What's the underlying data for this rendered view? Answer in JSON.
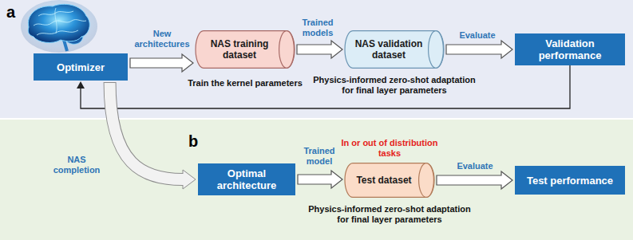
{
  "diagram": {
    "nodes": [
      {
        "text": [
          "a"
        ]
      },
      {
        "text": [
          "Optimizer"
        ],
        "in": 0
      },
      {
        "text": [
          "NAS training dataset",
          "Train the kernel parameters"
        ],
        "in": 0
      },
      {
        "text": [
          "NAS validation dataset",
          "Physics-informed zero-shot adaptation for final layer parameters"
        ],
        "in": 0
      },
      {
        "text": [
          "Validation performance"
        ],
        "in": 0
      },
      {
        "text": [
          "b"
        ]
      },
      {
        "text": [
          "Optimal architecture"
        ],
        "in": 5
      },
      {
        "text": [
          "In or out of distribution tasks",
          "Test dataset",
          "Physics-informed zero-shot adaptation for final layer parameters"
        ],
        "in": 5
      },
      {
        "text": [
          "Test performance"
        ],
        "in": 5
      }
    ],
    "edges": [
      {
        "from": 1,
        "to": 2,
        "label": "New architectures",
        "arrow": "to"
      },
      {
        "from": 2,
        "to": 3,
        "label": "Trained models",
        "arrow": "to"
      },
      {
        "from": 3,
        "to": 4,
        "label": "Evaluate",
        "arrow": "to"
      },
      {
        "from": 4,
        "to": 1,
        "arrow": "to"
      },
      {
        "from": 1,
        "to": 6,
        "label": "NAS completion",
        "arrow": "to"
      },
      {
        "from": 6,
        "to": 7,
        "label": "Trained model",
        "arrow": "to"
      },
      {
        "from": 7,
        "to": 8,
        "label": "Evaluate",
        "arrow": "to"
      }
    ]
  }
}
